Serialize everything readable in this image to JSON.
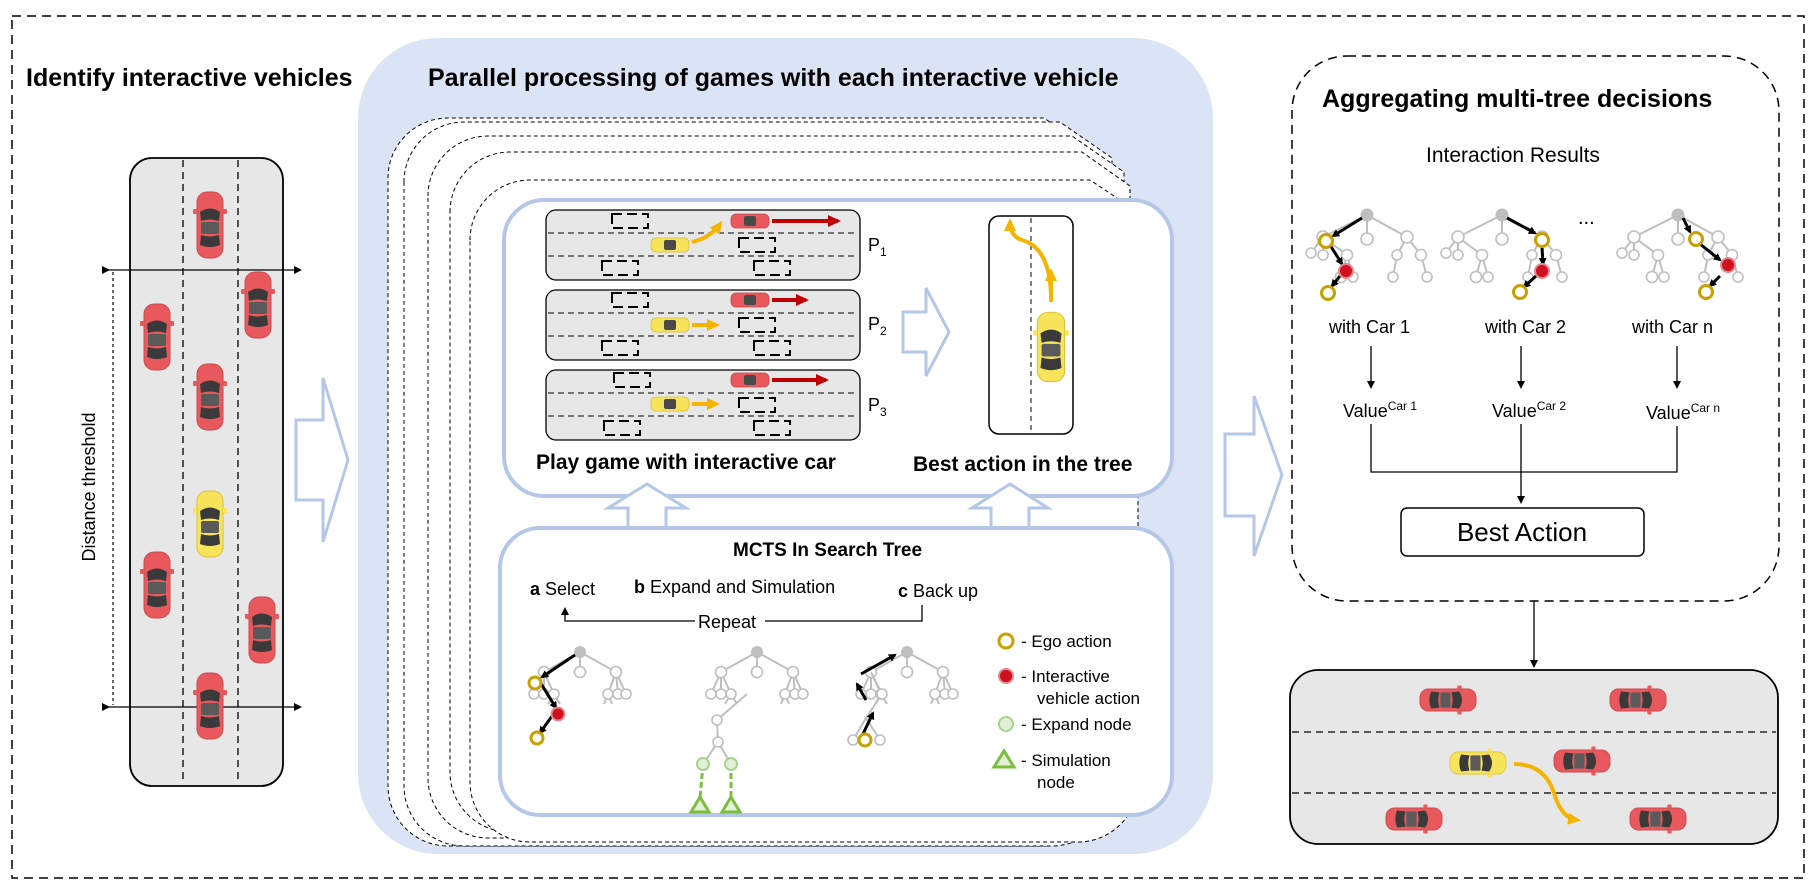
{
  "sections": {
    "identify": {
      "title": "Identify interactive vehicles",
      "distance_label": "Distance threshold"
    },
    "parallel": {
      "title": "Parallel processing of games with each interactive vehicle",
      "play_caption": "Play game with interactive car",
      "best_caption": "Best action in the tree",
      "games": [
        {
          "label": "P",
          "sub": "1"
        },
        {
          "label": "P",
          "sub": "2"
        },
        {
          "label": "P",
          "sub": "3"
        }
      ],
      "mcts": {
        "title": "MCTS In Search Tree",
        "steps": [
          {
            "letter": "a",
            "text": "Select"
          },
          {
            "letter": "b",
            "text": "Expand and Simulation"
          },
          {
            "letter": "c",
            "text": "Back up"
          }
        ],
        "repeat": "Repeat",
        "legend": [
          {
            "line1": "- Ego action",
            "line2": ""
          },
          {
            "line1": "- Interactive",
            "line2": "vehicle action"
          },
          {
            "line1": "- Expand node",
            "line2": ""
          },
          {
            "line1": "- Simulation",
            "line2": "node"
          }
        ]
      }
    },
    "aggregate": {
      "title": "Aggregating multi-tree decisions",
      "subtitle": "Interaction Results",
      "ellipsis": "...",
      "trees": [
        {
          "label": "with Car 1",
          "value": "Value",
          "sup": "Car 1"
        },
        {
          "label": "with Car 2",
          "value": "Value",
          "sup": "Car 2"
        },
        {
          "label": "with Car n",
          "value": "Value",
          "sup": "Car n"
        }
      ],
      "best_action": "Best Action"
    }
  },
  "colors": {
    "red_car": "#e8585c",
    "yellow_car": "#f8e45a",
    "panel_blue": "#dbe4f4",
    "frame_blue": "#b4c7e7",
    "arrow_red": "#c00000",
    "arrow_orange": "#f5b400",
    "ego_node": "#c8a000",
    "interactive_node": "#d0101e",
    "expand_node": "#a9d18e",
    "sim_node": "#7dbd3c",
    "grey_node": "#bfbfbf"
  }
}
